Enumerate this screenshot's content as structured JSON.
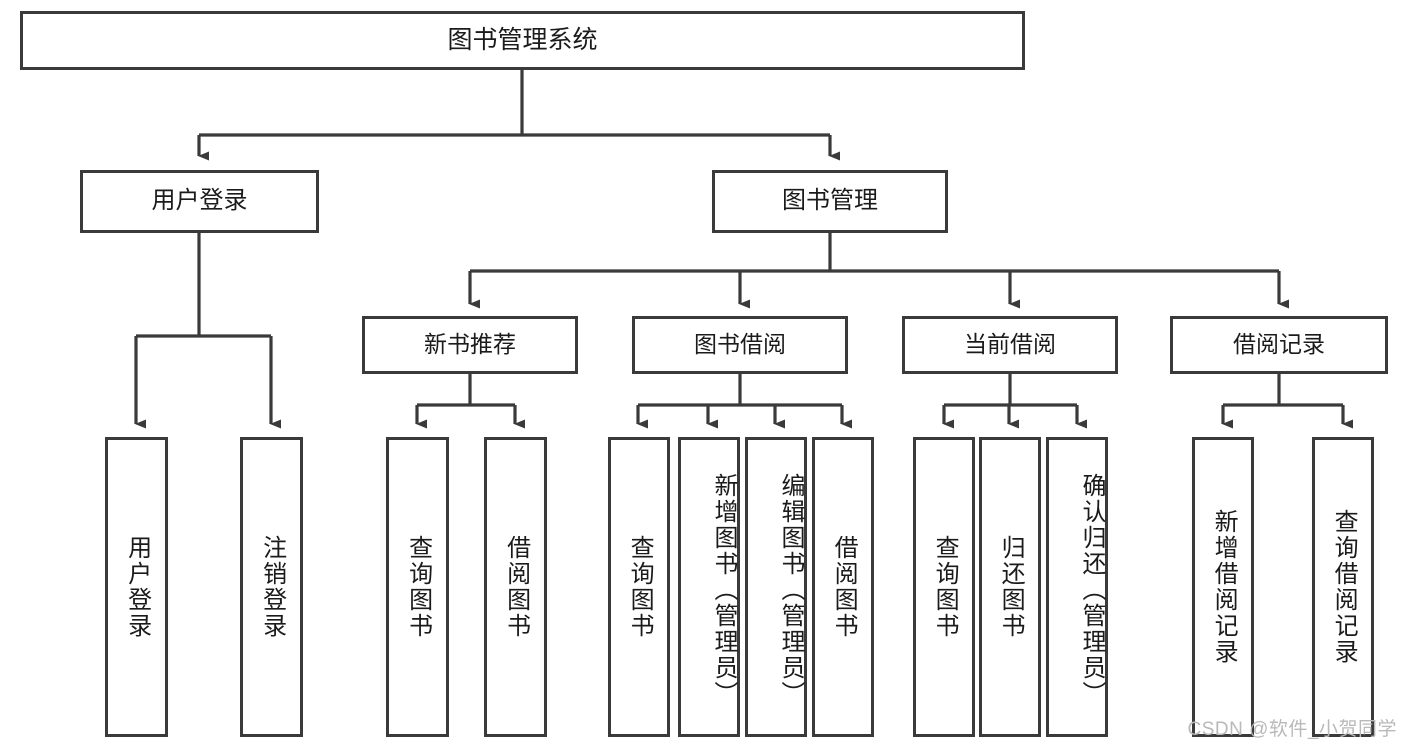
{
  "diagram": {
    "type": "tree-hierarchy",
    "title": "图书管理系统",
    "root": {
      "id": "root",
      "label": "图书管理系统"
    },
    "level1": [
      {
        "id": "user-login",
        "label": "用户登录"
      },
      {
        "id": "book-management",
        "label": "图书管理"
      }
    ],
    "level2": [
      {
        "id": "new-book-recommend",
        "label": "新书推荐",
        "parent": "book-management"
      },
      {
        "id": "book-borrow",
        "label": "图书借阅",
        "parent": "book-management"
      },
      {
        "id": "current-borrow",
        "label": "当前借阅",
        "parent": "book-management"
      },
      {
        "id": "borrow-record",
        "label": "借阅记录",
        "parent": "book-management"
      }
    ],
    "leaves": {
      "user-login": [
        {
          "id": "leaf-user-login",
          "label": "用户登录"
        },
        {
          "id": "leaf-user-logout",
          "label": "注销登录"
        }
      ],
      "new-book-recommend": [
        {
          "id": "leaf-query-book-1",
          "label": "查询图书"
        },
        {
          "id": "leaf-borrow-book-1",
          "label": "借阅图书"
        }
      ],
      "book-borrow": [
        {
          "id": "leaf-query-book-2",
          "label": "查询图书"
        },
        {
          "id": "leaf-add-book",
          "label": "新增图书（管理员）"
        },
        {
          "id": "leaf-edit-book",
          "label": "编辑图书（管理员）"
        },
        {
          "id": "leaf-borrow-book-2",
          "label": "借阅图书"
        }
      ],
      "current-borrow": [
        {
          "id": "leaf-query-book-3",
          "label": "查询图书"
        },
        {
          "id": "leaf-return-book",
          "label": "归还图书"
        },
        {
          "id": "leaf-confirm-return",
          "label": "确认归还（管理员）"
        }
      ],
      "borrow-record": [
        {
          "id": "leaf-add-record",
          "label": "新增借阅记录"
        },
        {
          "id": "leaf-query-record",
          "label": "查询借阅记录"
        }
      ]
    },
    "watermark": "CSDN @软件_小贺同学",
    "colors": {
      "border": "#3a3a3a",
      "text": "#1b1b1b",
      "background": "#ffffff",
      "watermark": "#b9b9b9"
    }
  }
}
